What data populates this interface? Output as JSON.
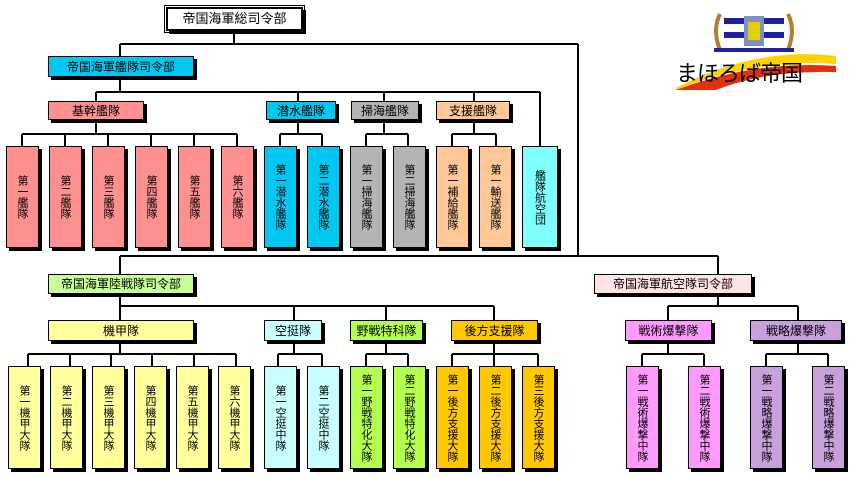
{
  "colors": {
    "navy": "#00c8f0",
    "kikan": "#ff9090",
    "sensui": "#00c8f0",
    "sokai": "#b4b4b4",
    "shien": "#ffc896",
    "kokudan": "#80ffff",
    "marine_hq": "#c8ff96",
    "kiko": "#ffff9b",
    "kutei": "#c8ffff",
    "yasen": "#b4ff50",
    "koho": "#ffc800",
    "air_hq": "#ffe4e4",
    "senjutsu": "#ff9bff",
    "senryaku": "#c8a0dc"
  },
  "logo": {
    "name": "まほろば帝国",
    "emblem": "imperial-emblem"
  },
  "top": {
    "label": "帝国海軍総司令部"
  },
  "navy": {
    "label": "帝国海軍艦隊司令部",
    "groups": [
      {
        "label": "基幹艦隊",
        "units": [
          "第一艦隊",
          "第二艦隊",
          "第三艦隊",
          "第四艦隊",
          "第五艦隊",
          "第六艦隊"
        ]
      },
      {
        "label": "潜水艦隊",
        "units": [
          "第一潜水艦隊",
          "第二潜水艦隊"
        ]
      },
      {
        "label": "掃海艦隊",
        "units": [
          "第一掃海艦隊",
          "第二掃海艦隊"
        ]
      },
      {
        "label": "支援艦隊",
        "units": [
          "第一補給艦隊",
          "第一輸送艦隊"
        ]
      }
    ],
    "air_group": "艦隊航空団"
  },
  "marine": {
    "label": "帝国海軍陸戦隊司令部",
    "groups": [
      {
        "label": "機甲隊",
        "units": [
          "第一機甲大隊",
          "第二機甲大隊",
          "第三機甲大隊",
          "第四機甲大隊",
          "第五機甲大隊",
          "第六機甲大隊"
        ]
      },
      {
        "label": "空挺隊",
        "units": [
          "第一空挺中隊",
          "第二空挺中隊"
        ]
      },
      {
        "label": "野戦特科隊",
        "units": [
          "第一野戦特化大隊",
          "第二野戦特化大隊"
        ]
      },
      {
        "label": "後方支援隊",
        "units": [
          "第一後方支援大隊",
          "第二後方支援大隊",
          "第三後方支援大隊"
        ]
      }
    ]
  },
  "air": {
    "label": "帝国海軍航空隊司令部",
    "groups": [
      {
        "label": "戦術爆撃隊",
        "units": [
          "第一戦術爆撃中隊",
          "第二戦術爆撃中隊"
        ]
      },
      {
        "label": "戦略爆撃隊",
        "units": [
          "第一戦略爆撃中隊",
          "第二戦略爆撃中隊"
        ]
      }
    ]
  }
}
